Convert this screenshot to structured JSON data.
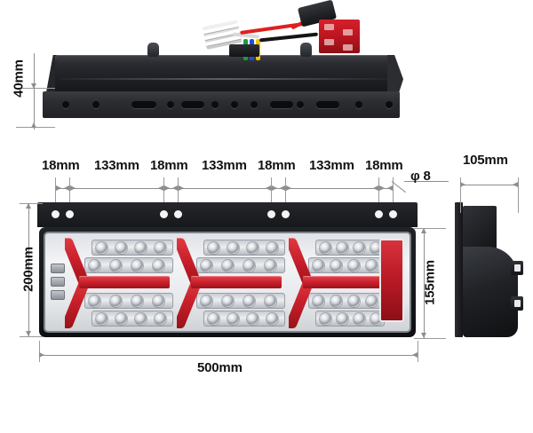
{
  "diagram": {
    "title": "LED tail lamp dimensional drawing",
    "unit": "mm",
    "views": {
      "top": "rear-profile-view",
      "front": "front-view",
      "side": "side-profile-view"
    }
  },
  "dimensions": {
    "housing_depth": "40mm",
    "overall_height": "200mm",
    "overall_width": "500mm",
    "lamp_height": "155mm",
    "side_depth": "105mm",
    "hole_diameter": "φ 8"
  },
  "hole_spacing": {
    "labels": [
      "18mm",
      "133mm",
      "18mm",
      "133mm",
      "18mm",
      "133mm",
      "18mm"
    ],
    "values": [
      18,
      133,
      18,
      133,
      18,
      133,
      18
    ]
  },
  "front_view": {
    "bracket_hole_count": 8,
    "segment_count": 3,
    "leds_per_row": 4,
    "led_rows_per_segment": 4,
    "side_module_count": 3,
    "reflector": "red-reflector-strip"
  },
  "top_view": {
    "rail_round_hole_count": 8,
    "rail_slot_count": 3,
    "stud_count": 2,
    "harness": {
      "wire_colors": [
        "#d9d9d9",
        "#e02020",
        "#14a03c",
        "#1f4fd8",
        "#f2c400",
        "#111111"
      ],
      "connectors": [
        "black-connector",
        "red-connector-block",
        "white-connector"
      ]
    }
  },
  "colors": {
    "accent_red": "#c8202c",
    "housing_black": "#1a1c1f",
    "lens_silver": "#e6e8eb",
    "dimension_gray": "#8d8d8d",
    "text_black": "#121212",
    "background": "#ffffff"
  }
}
